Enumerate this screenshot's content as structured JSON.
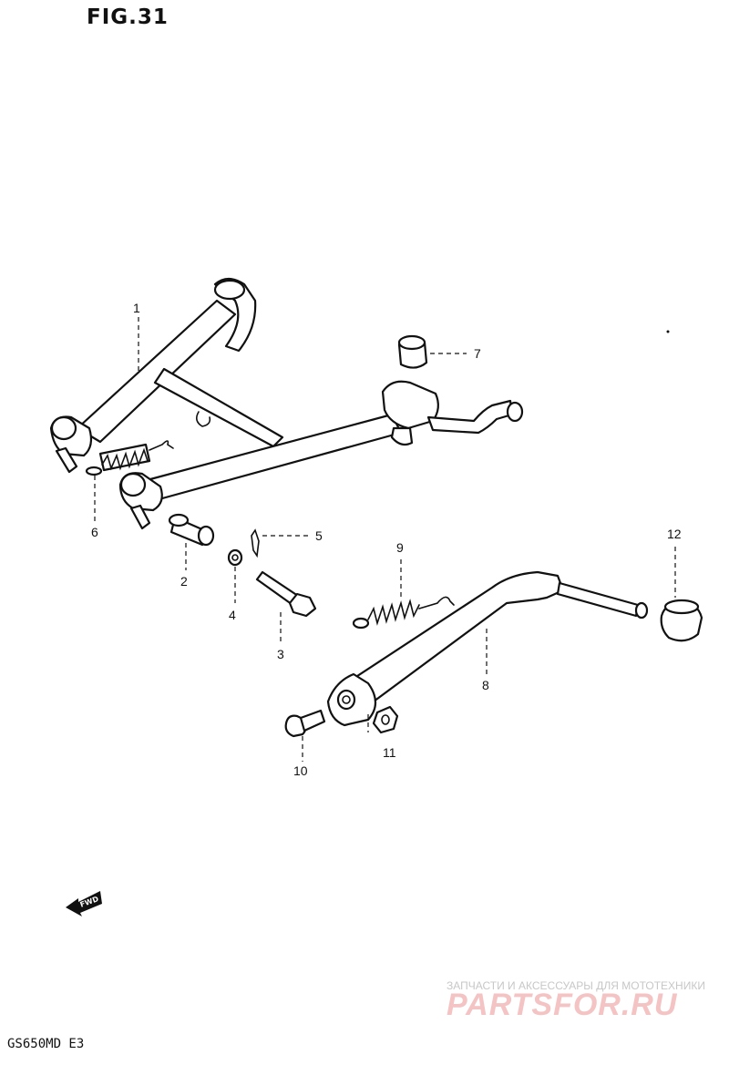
{
  "figure": {
    "title": "FIG.31",
    "model": "GS650MD E3",
    "fwd_label": "FWD"
  },
  "callouts": [
    {
      "id": "1",
      "label": "1"
    },
    {
      "id": "2",
      "label": "2"
    },
    {
      "id": "3",
      "label": "3"
    },
    {
      "id": "4",
      "label": "4"
    },
    {
      "id": "5",
      "label": "5"
    },
    {
      "id": "6",
      "label": "6"
    },
    {
      "id": "7",
      "label": "7"
    },
    {
      "id": "8",
      "label": "8"
    },
    {
      "id": "9",
      "label": "9"
    },
    {
      "id": "10",
      "label": "10"
    },
    {
      "id": "11",
      "label": "11"
    },
    {
      "id": "12",
      "label": "12"
    }
  ],
  "watermark": {
    "subtitle": "ЗАПЧАСТИ И АКСЕССУАРЫ ДЛЯ МОТОТЕХНИКИ",
    "brand": "PARTSFOR.RU"
  }
}
